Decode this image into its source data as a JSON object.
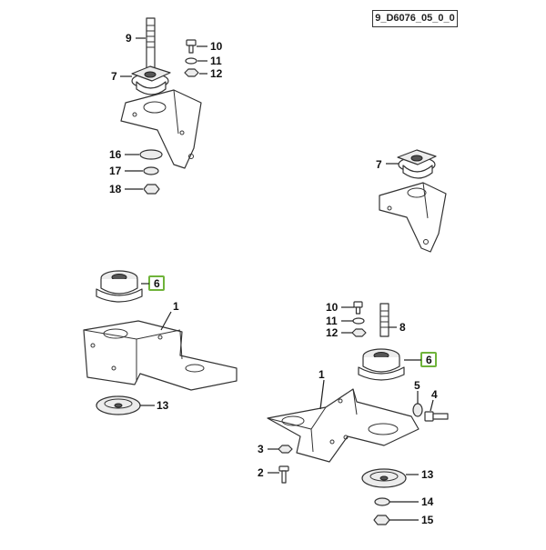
{
  "diagram_code": "9_D6076_05_0_0",
  "callouts": {
    "c9": "9",
    "c10a": "10",
    "c11a": "11",
    "c12a": "12",
    "c7a": "7",
    "c16": "16",
    "c17": "17",
    "c18": "18",
    "c7b": "7",
    "c6a": "6",
    "c1a": "1",
    "c13a": "13",
    "c10b": "10",
    "c11b": "11",
    "c12b": "12",
    "c8": "8",
    "c6b": "6",
    "c1b": "1",
    "c5": "5",
    "c4": "4",
    "c3": "3",
    "c2": "2",
    "c13b": "13",
    "c14": "14",
    "c15": "15"
  },
  "colors": {
    "highlight": "#6fb33a",
    "line": "#333333"
  }
}
